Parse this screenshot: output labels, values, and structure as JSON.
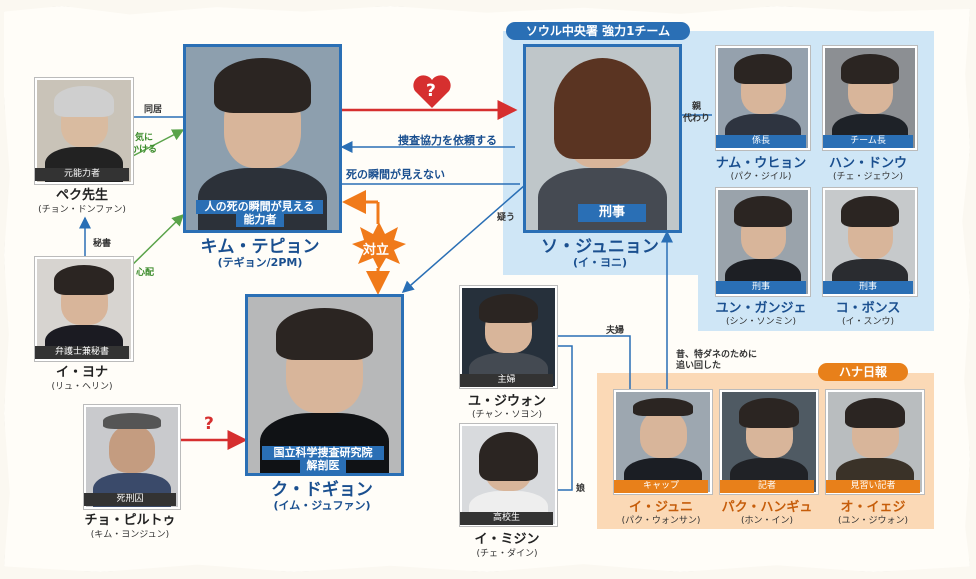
{
  "teams": {
    "police": {
      "label": "ソウル中央署 強力1チーム",
      "color": "#2a6fb5"
    },
    "hana": {
      "label": "ハナ日報",
      "color": "#e8801a"
    }
  },
  "characters": {
    "baek": {
      "role": "元能力者",
      "name": "ペク先生",
      "actor": "(チョン・ドンファン)"
    },
    "iyona": {
      "role": "弁護士兼秘書",
      "name": "イ・ヨナ",
      "actor": "(リュ・ヘリン)"
    },
    "tepion": {
      "tag_line1": "人の死の瞬間が見える",
      "tag_line2": "能力者",
      "name": "キム・テピョン",
      "actor": "(テギョン/2PM)"
    },
    "junyon": {
      "tag": "刑事",
      "name": "ソ・ジュニョン",
      "actor": "(イ・ヨニ)"
    },
    "kudogion": {
      "tag_line1": "国立科学捜査研究院",
      "tag_line2": "解剖医",
      "name": "ク・ドギョン",
      "actor": "(イム・ジュファン)"
    },
    "pilto": {
      "role": "死刑囚",
      "name": "チョ・ピルトゥ",
      "actor": "(キム・ヨンジュン)"
    },
    "yujiwon": {
      "role": "主婦",
      "name": "ユ・ジウォン",
      "actor": "(チャン・ソヨン)"
    },
    "imijin": {
      "role": "高校生",
      "name": "イ・ミジン",
      "actor": "(チェ・ダイン)"
    },
    "nam": {
      "role": "係長",
      "name": "ナム・ウヒョン",
      "actor": "(パク・ジイル)"
    },
    "han": {
      "role": "チーム長",
      "name": "ハン・ドンウ",
      "actor": "(チェ・ジェウン)"
    },
    "yun": {
      "role": "刑事",
      "name": "ユン・ガンジェ",
      "actor": "(シン・ソンミン)"
    },
    "ko": {
      "role": "刑事",
      "name": "コ・ボンス",
      "actor": "(イ・スンウ)"
    },
    "ijune": {
      "role": "キャップ",
      "name": "イ・ジュニ",
      "actor": "(パク・ウォンサン)"
    },
    "hangyu": {
      "role": "記者",
      "name": "パク・ハンギュ",
      "actor": "(ホン・イン)"
    },
    "oieji": {
      "role": "見習い記者",
      "name": "オ・イェジ",
      "actor": "(ユン・ジウォン)"
    }
  },
  "relations": {
    "dokyo": "同居",
    "kinikakeru_1": "気に",
    "kinikakeru_2": "かける",
    "hisho": "秘書",
    "shinpai": "心配",
    "sousa": "捜査協力を依頼する",
    "shinoshunkan": "死の瞬間が見えない",
    "utagau": "疑う",
    "oyagawari_1": "親",
    "oyagawari_2": "代わり",
    "fufu": "夫婦",
    "musume": "娘",
    "mukashi_1": "昔、特ダネのために",
    "mukashi_2": "追い回した",
    "tairitsu": "対立",
    "question_1": "?",
    "question_2": "?"
  },
  "colors": {
    "blue": "#2a6fb5",
    "red": "#d62f2f",
    "orange": "#f07a1a",
    "green": "#5aa34a"
  }
}
